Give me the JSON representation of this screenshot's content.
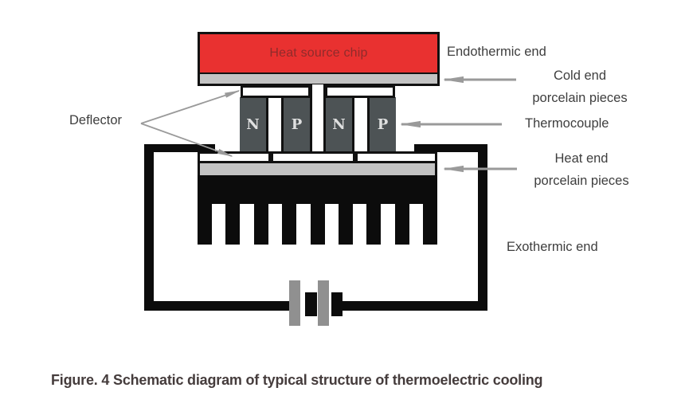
{
  "figure": {
    "chip_label": "Heat source chip",
    "pellets": [
      "N",
      "P",
      "N",
      "P"
    ],
    "labels": {
      "endothermic": "Endothermic end",
      "cold_end_1": "Cold end",
      "cold_end_2": "porcelain pieces",
      "deflector": "Deflector",
      "thermocouple": "Thermocouple",
      "heat_end_1": "Heat end",
      "heat_end_2": "porcelain pieces",
      "exothermic": "Exothermic end"
    },
    "caption": "Figure. 4 Schematic diagram of typical structure of thermoelectric cooling",
    "colors": {
      "chip_red": "#e93130",
      "chip_text": "#8f2b2b",
      "porcelain_gray": "#c3c3c3",
      "pellet_gray": "#4d5355",
      "pellet_text": "#dfe0e0",
      "wire_black": "#0c0c0c",
      "battery_plate_gray": "#909090",
      "arrow_gray": "#9a9a9a",
      "label_text": "#3e3e3e",
      "caption_text": "#453c3c"
    }
  }
}
